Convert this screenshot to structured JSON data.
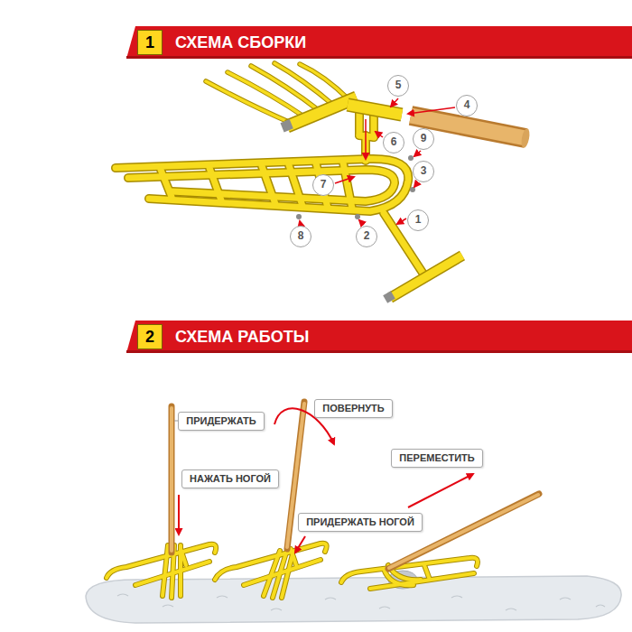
{
  "diagram": {
    "nodes": [
      {
        "text": [
          "СХЕМА СБОРКИ"
        ]
      },
      {
        "text": [
          "1"
        ],
        "in": 0
      },
      {
        "text": [
          "5"
        ]
      },
      {
        "text": [
          "4"
        ]
      },
      {
        "text": [
          "6"
        ]
      },
      {
        "text": [
          "9"
        ]
      },
      {
        "text": [
          "3"
        ]
      },
      {
        "text": [
          "7"
        ]
      },
      {
        "text": [
          "1"
        ]
      },
      {
        "text": [
          "8"
        ]
      },
      {
        "text": [
          "2"
        ]
      },
      {
        "text": [
          "СХЕМА РАБОТЫ"
        ]
      },
      {
        "text": [
          "2"
        ],
        "in": 11
      },
      {
        "text": [
          "ПОВЕРНУТЬ"
        ]
      },
      {
        "text": [
          "ПРИДЕРЖАТЬ"
        ]
      },
      {
        "text": [
          "ПЕРЕМЕСТИТЬ"
        ]
      },
      {
        "text": [
          "НАЖАТЬ НОГОЙ"
        ]
      },
      {
        "text": [
          "ПРИДЕРЖАТЬ НОГОЙ"
        ]
      }
    ]
  }
}
